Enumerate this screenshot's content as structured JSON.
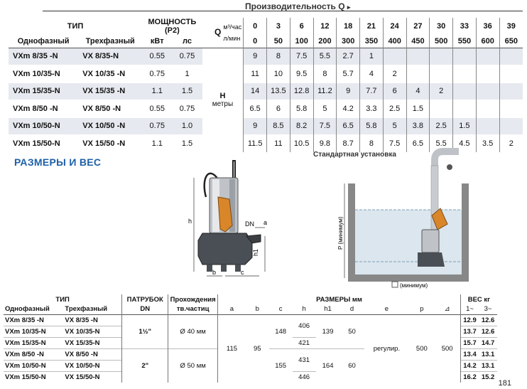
{
  "perf": {
    "title": "Производительность  Q",
    "arrow": "▸",
    "type_label": "ТИП",
    "power_label": "МОЩНОСТЬ (P2)",
    "single_phase": "Однофазный",
    "three_phase": "Трехфазный",
    "kw": "кВт",
    "hp": "лс",
    "q_letter": "Q",
    "m3h": "м³/час",
    "lmin": "л/мин",
    "h_letter": "H",
    "h_unit": "метры",
    "flow_m3h": [
      "0",
      "3",
      "6",
      "12",
      "18",
      "21",
      "24",
      "27",
      "30",
      "33",
      "36",
      "39"
    ],
    "flow_lmin": [
      "0",
      "50",
      "100",
      "200",
      "300",
      "350",
      "400",
      "450",
      "500",
      "550",
      "600",
      "650"
    ],
    "rows": [
      {
        "single": "VXm 8/35  -N",
        "three": "VX 8/35-N",
        "kw": "0.55",
        "hp": "0.75",
        "h": [
          "9",
          "8",
          "7.5",
          "5.5",
          "2.7",
          "1",
          "",
          "",
          "",
          "",
          "",
          ""
        ]
      },
      {
        "single": "VXm 10/35-N",
        "three": "VX 10/35 -N",
        "kw": "0.75",
        "hp": "1",
        "h": [
          "11",
          "10",
          "9.5",
          "8",
          "5.7",
          "4",
          "2",
          "",
          "",
          "",
          "",
          ""
        ]
      },
      {
        "single": "VXm 15/35-N",
        "three": "VX 15/35 -N",
        "kw": "1.1",
        "hp": "1.5",
        "h": [
          "14",
          "13.5",
          "12.8",
          "11.2",
          "9",
          "7.7",
          "6",
          "4",
          "2",
          "",
          "",
          ""
        ]
      },
      {
        "single": "VXm 8/50  -N",
        "three": "VX 8/50  -N",
        "kw": "0.55",
        "hp": "0.75",
        "h": [
          "6.5",
          "6",
          "5.8",
          "5",
          "4.2",
          "3.3",
          "2.5",
          "1.5",
          "",
          "",
          "",
          ""
        ]
      },
      {
        "single": "VXm 10/50-N",
        "three": "VX 10/50 -N",
        "kw": "0.75",
        "hp": "1.0",
        "h": [
          "9",
          "8.5",
          "8.2",
          "7.5",
          "6.5",
          "5.8",
          "5",
          "3.8",
          "2.5",
          "1.5",
          "",
          ""
        ]
      },
      {
        "single": "VXm 15/50-N",
        "three": "VX 15/50 -N",
        "kw": "1.1",
        "hp": "1.5",
        "h": [
          "11.5",
          "11",
          "10.5",
          "9.8",
          "8.7",
          "8",
          "7.5",
          "6.5",
          "5.5",
          "4.5",
          "3.5",
          "2"
        ]
      }
    ]
  },
  "section_title": "РАЗМЕРЫ И ВЕС",
  "std_install": "Стандартная установка",
  "diagram": {
    "labels": {
      "h": "h",
      "h1": "h1",
      "dn": "DN",
      "b": "b",
      "c": "c",
      "a": "a",
      "p": "P (минимум)",
      "sq": "(минимум)"
    }
  },
  "dims": {
    "type_label": "ТИП",
    "nozzle": "ПАТРУБОК",
    "dn": "DN",
    "passage1": "Прохождения",
    "passage2": "тв.частиц",
    "dims_label": "РАЗМЕРЫ мм",
    "weight_label": "ВЕС кг",
    "single_phase": "Однофазный",
    "three_phase": "Трехфазный",
    "cols": [
      "a",
      "b",
      "c",
      "h",
      "h1",
      "d",
      "e",
      "p",
      "⊿"
    ],
    "w1": "1~",
    "w3": "3~",
    "rows": [
      {
        "single": "VXm 8/35  -N",
        "three": "VX 8/35  -N",
        "w1": "12.9",
        "w3": "12.6"
      },
      {
        "single": "VXm 10/35-N",
        "three": "VX 10/35-N",
        "w1": "13.7",
        "w3": "12.6"
      },
      {
        "single": "VXm 15/35-N",
        "three": "VX 15/35-N",
        "w1": "15.7",
        "w3": "14.7"
      },
      {
        "single": "VXm 8/50  -N",
        "three": "VX 8/50  -N",
        "w1": "13.4",
        "w3": "13.1"
      },
      {
        "single": "VXm 10/50-N",
        "three": "VX 10/50-N",
        "w1": "14.2",
        "w3": "13.1"
      },
      {
        "single": "VXm 15/50-N",
        "three": "VX 15/50-N",
        "w1": "16.2",
        "w3": "15.2"
      }
    ],
    "g1": {
      "dn": "1½\"",
      "pass": "Ø 40 мм",
      "c": "148",
      "h_a": "406",
      "h_b": "421",
      "h1": "139",
      "d": "50"
    },
    "g2": {
      "dn": "2\"",
      "pass": "Ø 50 мм",
      "c": "155",
      "h_a": "431",
      "h_b": "446",
      "h1": "164",
      "d": "60"
    },
    "common": {
      "a": "115",
      "b": "95",
      "e": "регулир.",
      "p": "500",
      "sq": "500"
    }
  },
  "page_number": "181"
}
